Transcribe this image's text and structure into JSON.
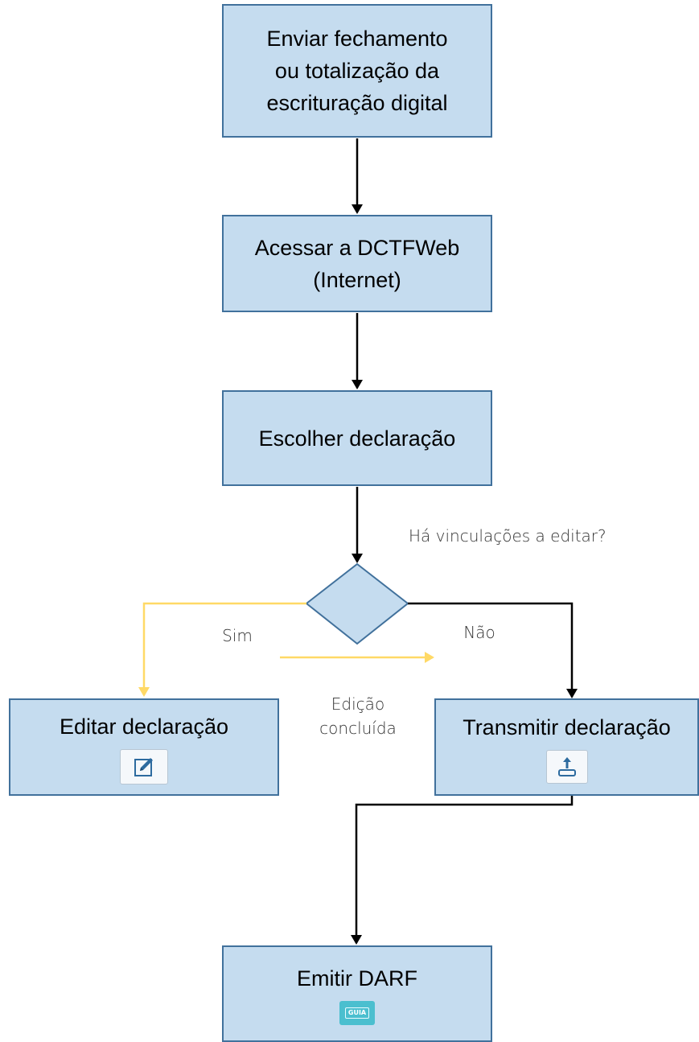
{
  "nodes": {
    "enviar": {
      "label": "Enviar fechamento ou totalização da escrituração digital"
    },
    "acessar": {
      "label": "Acessar a DCTFWeb (Internet)"
    },
    "escolher": {
      "label": "Escolher declaração"
    },
    "editar": {
      "label": "Editar declaração",
      "icon": "edit-icon"
    },
    "transmitir": {
      "label": "Transmitir declaração",
      "icon": "upload-icon"
    },
    "emitir": {
      "label": "Emitir DARF",
      "icon": "guia-icon",
      "icon_text": "GUIA"
    }
  },
  "decision": {
    "question": "Há vinculações a editar?"
  },
  "edges": {
    "sim": "Sim",
    "nao": "Não",
    "edicao": "Edição concluída"
  },
  "colors": {
    "node_fill": "#c5dcef",
    "node_border": "#41719c",
    "yes_path": "#ffd966",
    "main_path": "#000000",
    "guia_badge": "#4bbfcf"
  }
}
